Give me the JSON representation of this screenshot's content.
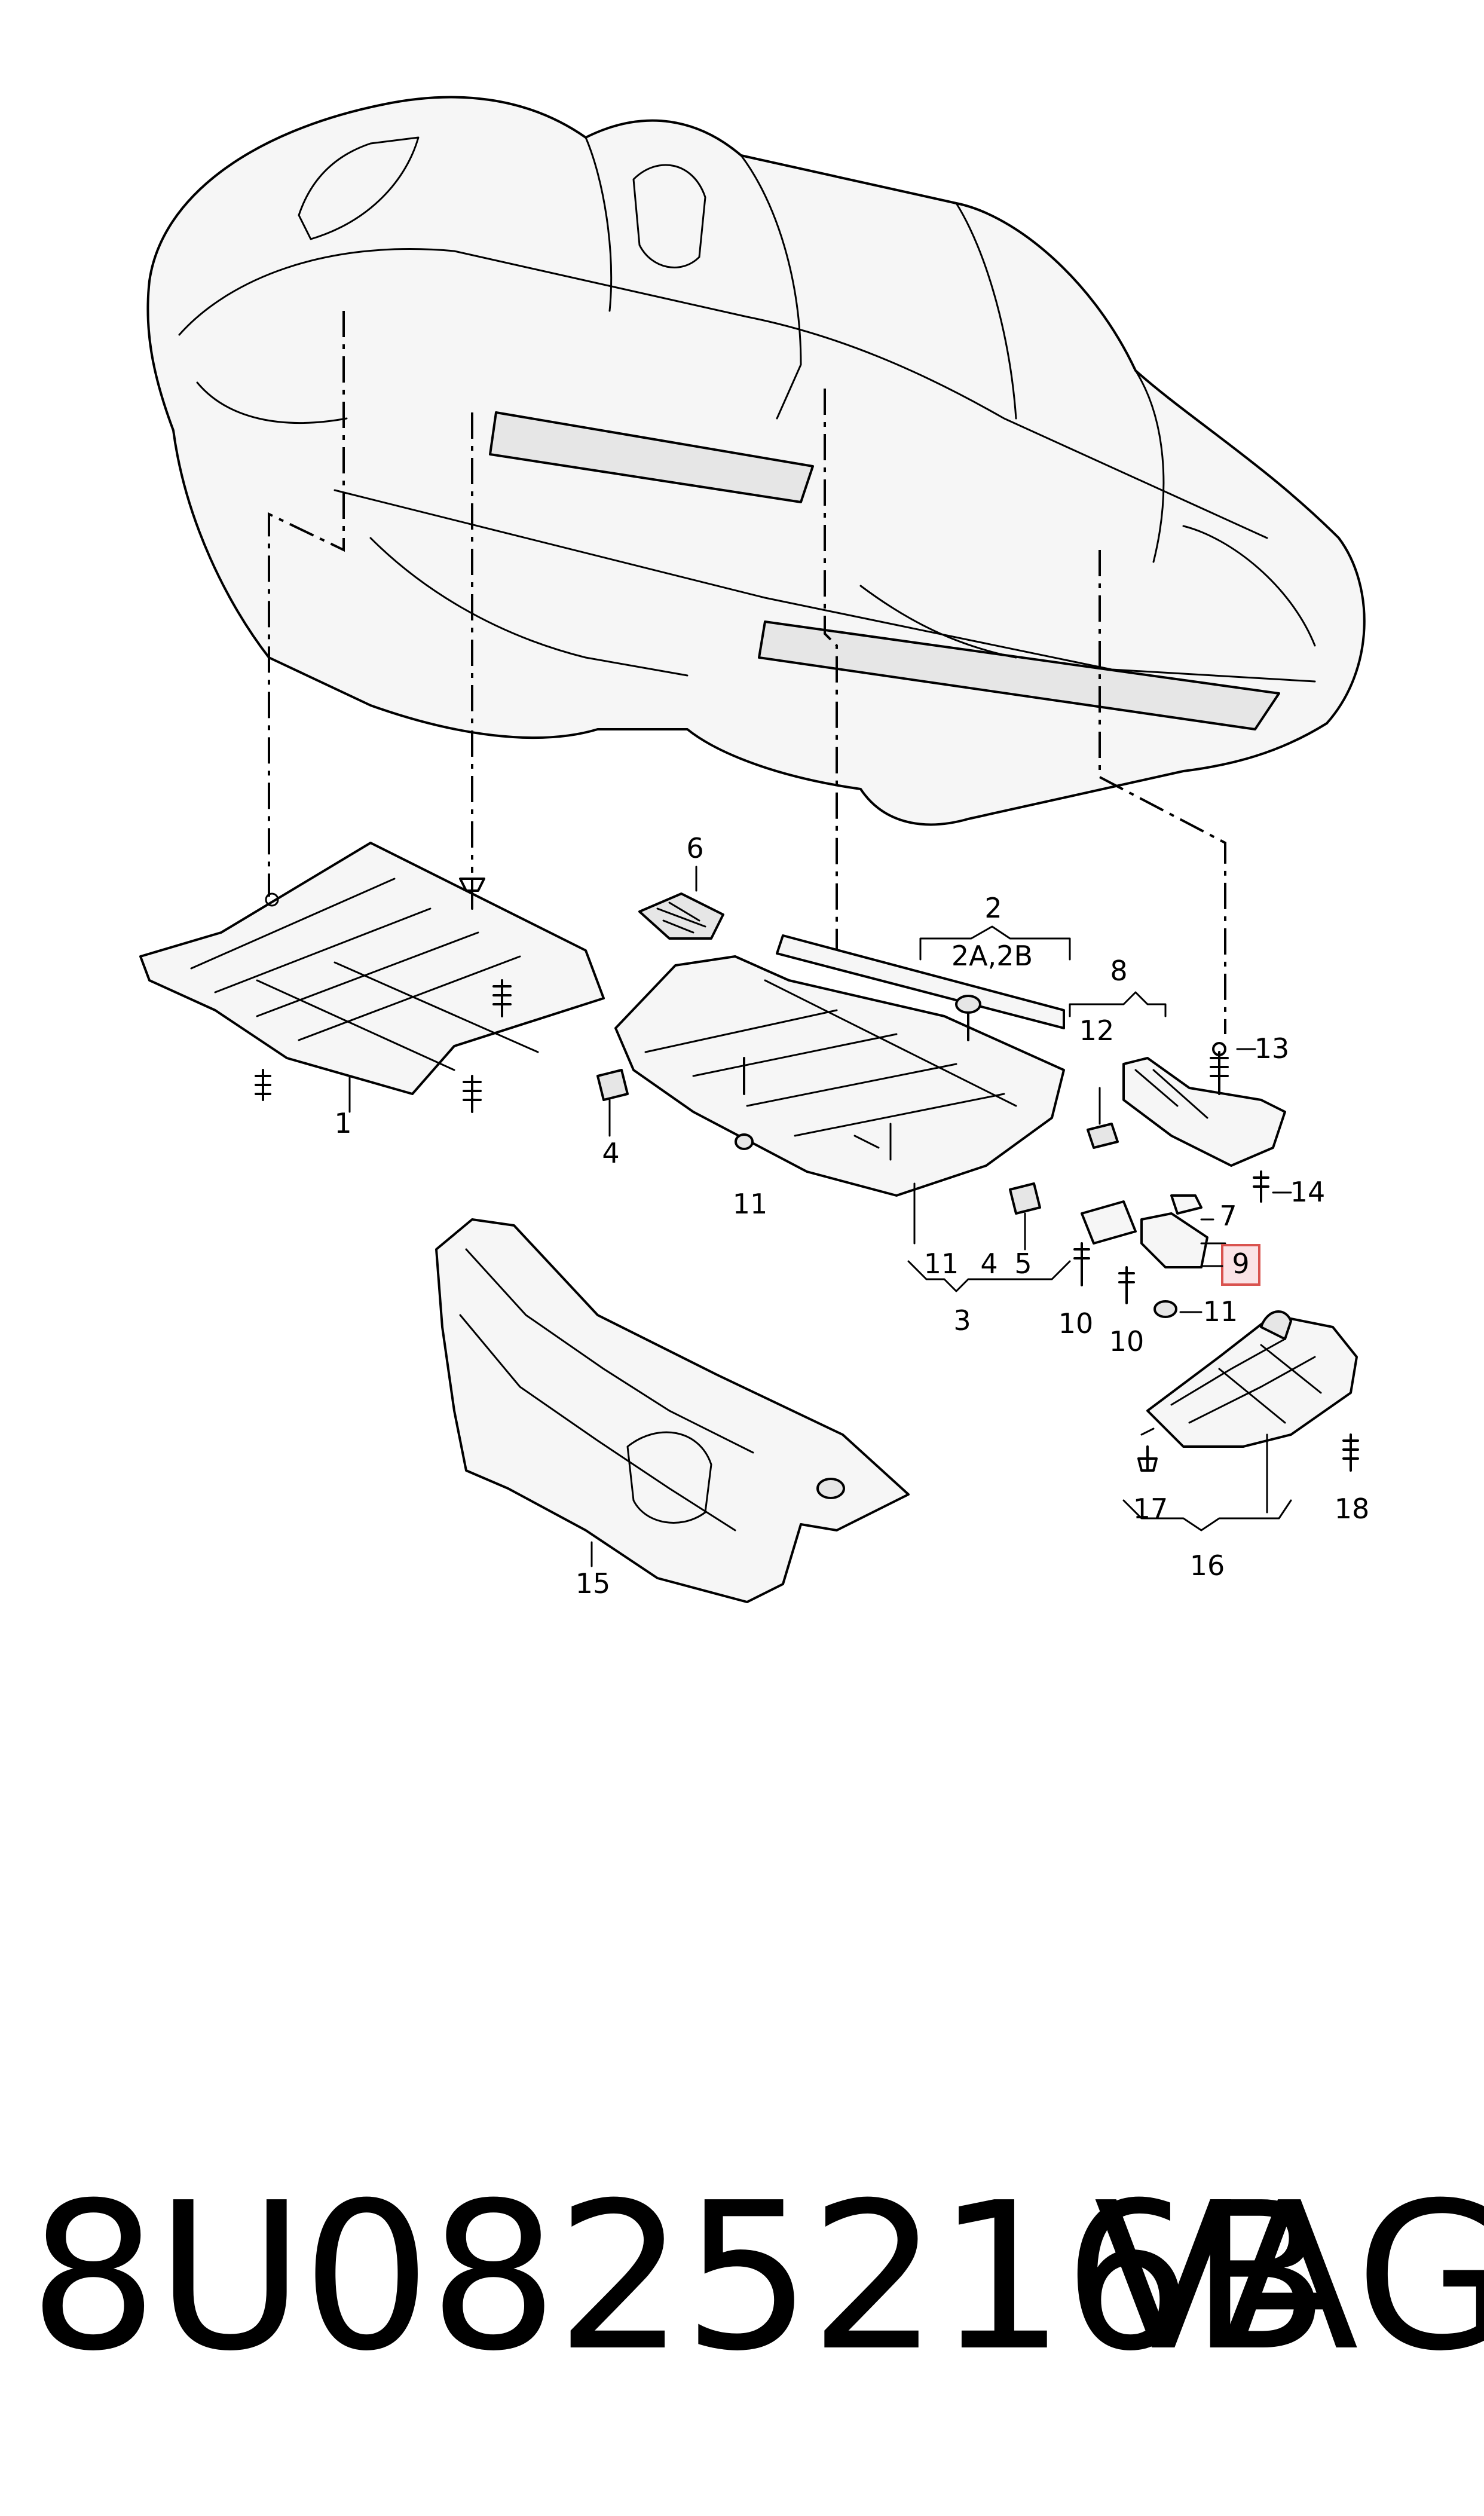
{
  "labels": {
    "p1": "1",
    "p2": "2",
    "p2ab": "2A,2B",
    "p3": "3",
    "p4a": "4",
    "p4b": "4",
    "p5": "5",
    "p6": "6",
    "p7": "7",
    "p8": "8",
    "p9": "9",
    "p10a": "10",
    "p10b": "10",
    "p11a": "11",
    "p11b": "11",
    "p11c": "11",
    "p12": "12",
    "p13": "13",
    "p14": "14",
    "p15": "15",
    "p16": "16",
    "p17": "17",
    "p18": "18"
  },
  "highlight_color": "#d9534f",
  "footer": {
    "part_number": "8U0825216B",
    "brand": "VAG"
  }
}
